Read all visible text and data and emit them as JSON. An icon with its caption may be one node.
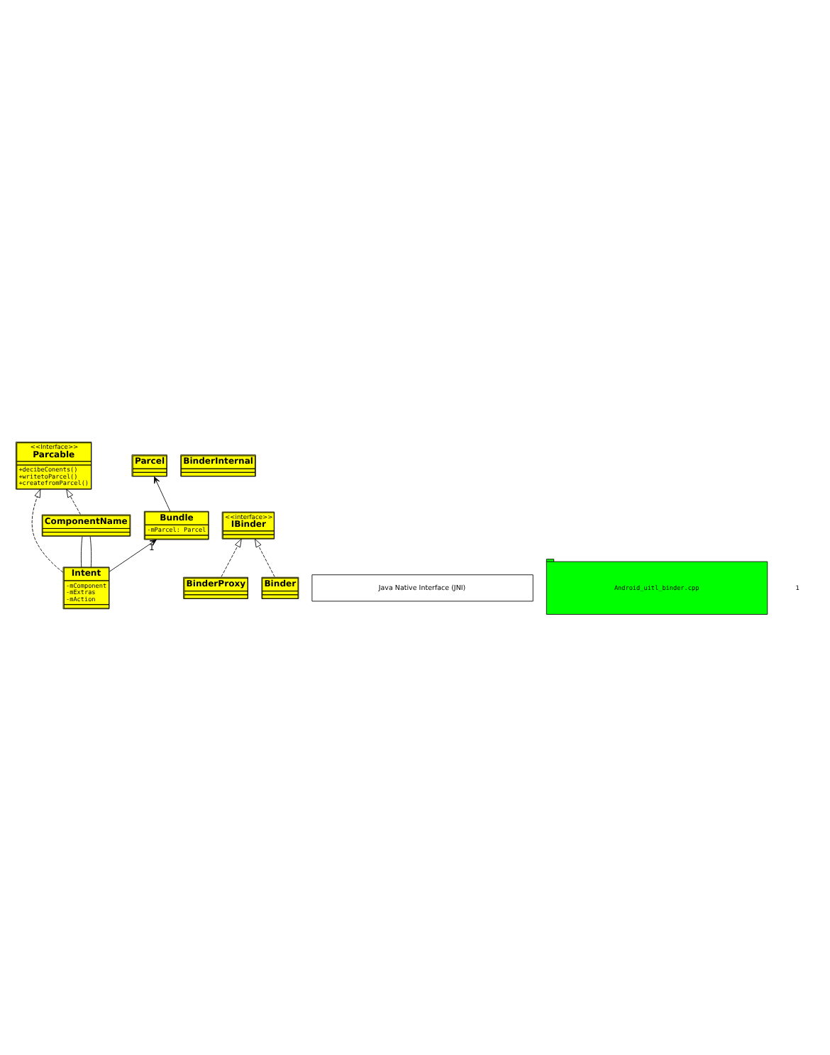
{
  "diagram": {
    "nodes": [
      {
        "text": [
          "<<Interface>>",
          "Parcable",
          "+decibeConents()",
          "+writetoParcel()",
          "+createfromParcel()"
        ]
      },
      {
        "text": [
          "<<interface>>",
          "IBinder"
        ]
      },
      {
        "text": [
          "ComponentName"
        ]
      },
      {
        "text": [
          "Intent",
          "-mComponent",
          "-mExtras",
          "-mAction"
        ]
      },
      {
        "text": [
          "Bundle",
          "-mParcel: Parcel"
        ]
      },
      {
        "text": [
          "Parcel"
        ]
      },
      {
        "text": [
          "BinderInternal"
        ]
      },
      {
        "text": [
          "BinderProxy"
        ]
      },
      {
        "text": [
          "Binder"
        ]
      },
      {
        "text": [
          "Java Native Interface (JNI)"
        ]
      },
      {
        "text": [
          "Android_uitl_binder.cpp"
        ]
      }
    ],
    "edges": [
      {
        "from": 2,
        "to": 0,
        "arrow": "to",
        "style": "dashed"
      },
      {
        "from": 3,
        "to": 0,
        "arrow": "to",
        "style": "dashed"
      },
      {
        "from": 3,
        "to": 2,
        "arrow": "none"
      },
      {
        "from": 3,
        "to": 2,
        "arrow": "none"
      },
      {
        "from": 3,
        "to": 4,
        "arrow": "to",
        "label": "1"
      },
      {
        "from": 4,
        "to": 5,
        "arrow": "to"
      },
      {
        "from": 7,
        "to": 1,
        "arrow": "to",
        "style": "dashed"
      },
      {
        "from": 8,
        "to": 1,
        "arrow": "to",
        "style": "dashed"
      }
    ],
    "labels": [
      "1"
    ]
  }
}
